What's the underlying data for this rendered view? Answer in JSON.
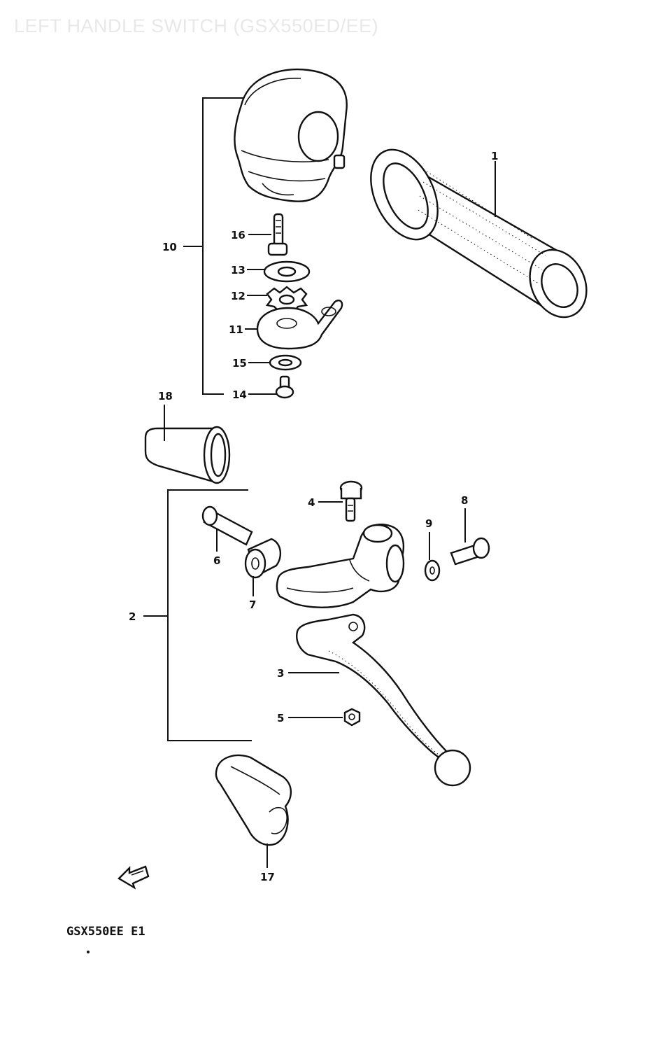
{
  "diagram": {
    "title": "LEFT HANDLE SWITCH (GSX550ED/EE)",
    "model_code": "GSX550EE E1",
    "callouts": {
      "c1": "1",
      "c2": "2",
      "c3": "3",
      "c4": "4",
      "c5": "5",
      "c6": "6",
      "c7": "7",
      "c8": "8",
      "c9": "9",
      "c10": "10",
      "c11": "11",
      "c12": "12",
      "c13": "13",
      "c14": "14",
      "c15": "15",
      "c16": "16",
      "c17": "17",
      "c18": "18"
    }
  }
}
